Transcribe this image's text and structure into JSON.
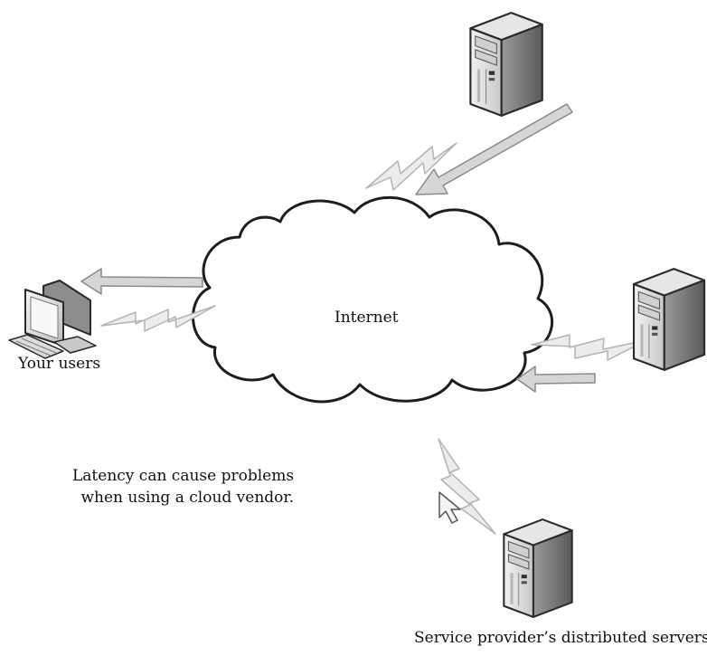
{
  "labels": {
    "internet": "Internet",
    "users": "Your users",
    "caption_line1": "Latency can cause problems",
    "caption_line2": "when using a cloud vendor.",
    "servers": "Service provider’s distributed servers"
  },
  "icons": {
    "cloud": "cloud-icon",
    "user_computer": "computer-icon",
    "server": "server-tower-icon",
    "signal": "lightning-signal-icon",
    "arrow": "arrow-icon",
    "cursor": "mouse-cursor-icon"
  },
  "colors": {
    "outline": "#2a2a2a",
    "arrow_fill": "#d6d6d6",
    "arrow_stroke": "#8a8a8a",
    "bolt_fill": "#ececec",
    "bolt_stroke": "#b3b3b3",
    "server_body": "#c9c9c9",
    "server_dark": "#6e6e6e"
  }
}
